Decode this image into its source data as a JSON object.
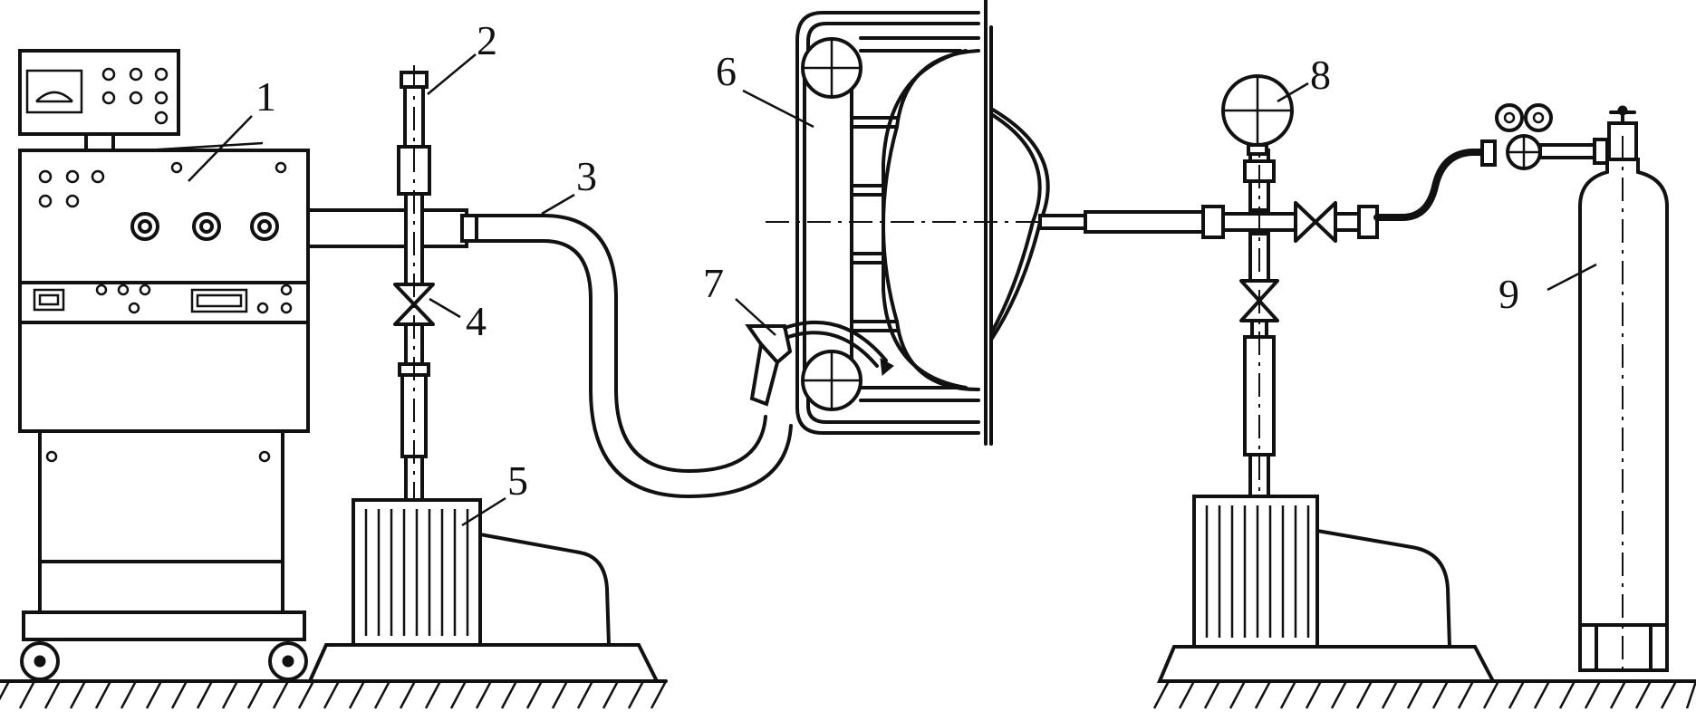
{
  "labels": {
    "l1": "1",
    "l2": "2",
    "l3": "3",
    "l4": "4",
    "l5": "5",
    "l6": "6",
    "l7": "7",
    "l8": "8",
    "l9": "9"
  },
  "icons": {
    "console": "leak-detector-console-icon",
    "valve": "valve-icon",
    "pump": "vacuum-pump-icon",
    "gauge": "pressure-gauge-icon",
    "cylinder": "gas-cylinder-icon"
  }
}
